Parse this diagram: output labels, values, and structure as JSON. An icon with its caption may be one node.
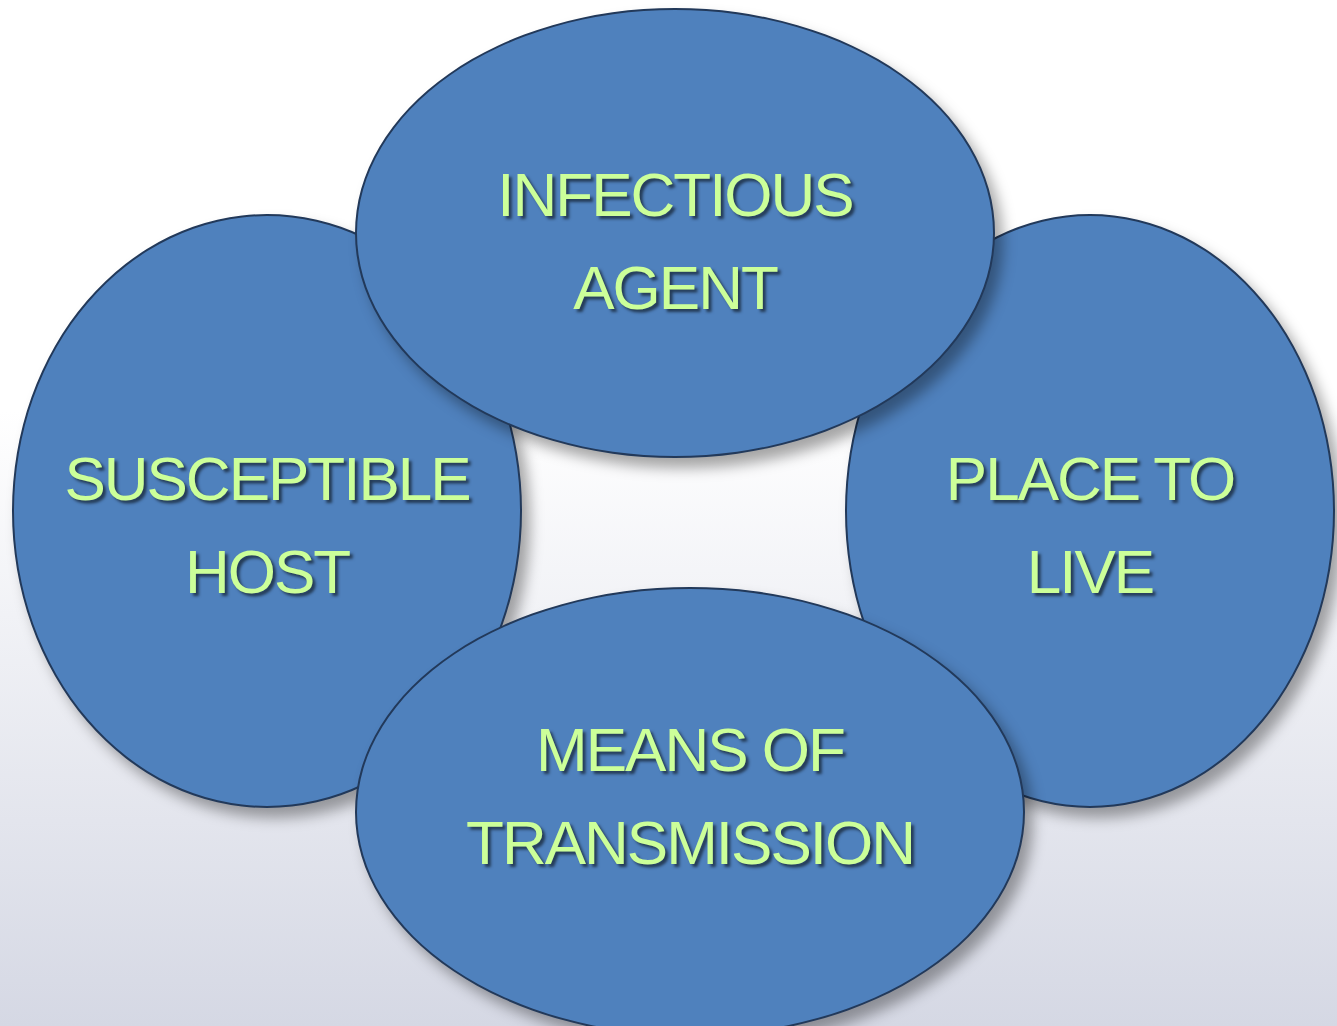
{
  "diagram": {
    "nodes": [
      {
        "text": [
          "INFECTIOUS AGENT"
        ]
      },
      {
        "text": [
          "SUSCEPTIBLE HOST"
        ]
      },
      {
        "text": [
          "PLACE TO LIVE"
        ]
      },
      {
        "text": [
          "MEANS OF TRANSMISSION"
        ]
      }
    ]
  }
}
